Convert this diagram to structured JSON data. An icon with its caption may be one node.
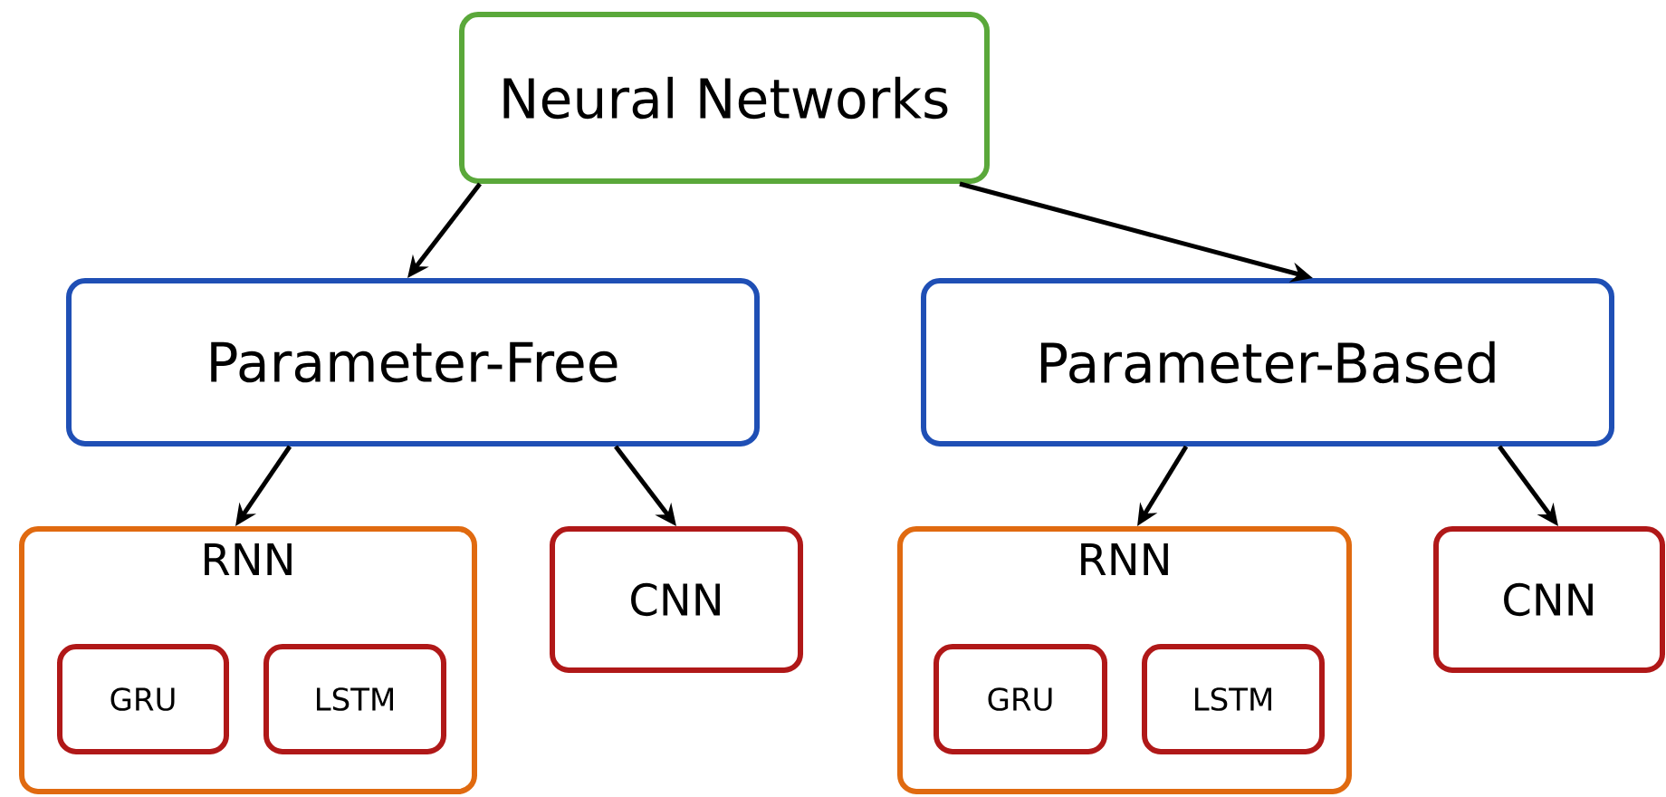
{
  "diagram": {
    "nodes": [
      {
        "text": [
          "Neural Networks"
        ]
      },
      {
        "text": [
          "Parameter-Free"
        ]
      },
      {
        "text": [
          "Parameter-Based"
        ]
      },
      {
        "text": [
          "RNN"
        ]
      },
      {
        "text": [
          "GRU"
        ],
        "in": 3
      },
      {
        "text": [
          "LSTM"
        ],
        "in": 3
      },
      {
        "text": [
          "CNN"
        ]
      },
      {
        "text": [
          "RNN"
        ]
      },
      {
        "text": [
          "GRU"
        ],
        "in": 7
      },
      {
        "text": [
          "LSTM"
        ],
        "in": 7
      },
      {
        "text": [
          "CNN"
        ]
      }
    ],
    "edges": [
      {
        "from": 0,
        "to": 1,
        "arrow": "to"
      },
      {
        "from": 0,
        "to": 2,
        "arrow": "to"
      },
      {
        "from": 1,
        "to": 3,
        "arrow": "to"
      },
      {
        "from": 1,
        "to": 6,
        "arrow": "to"
      },
      {
        "from": 2,
        "to": 7,
        "arrow": "to"
      },
      {
        "from": 2,
        "to": 10,
        "arrow": "to"
      }
    ]
  }
}
